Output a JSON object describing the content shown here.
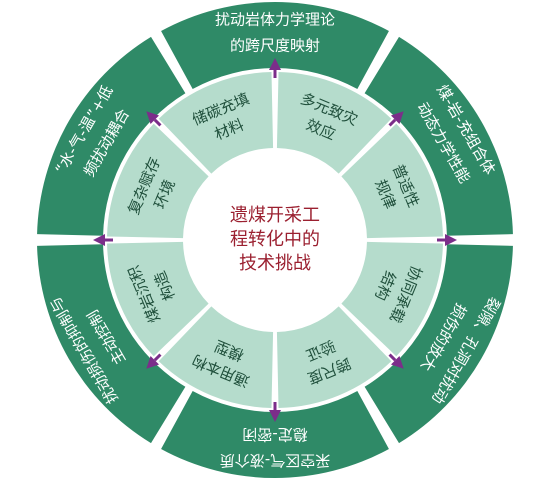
{
  "colors": {
    "outer_ring": "#2f8a67",
    "inner_ring": "#b5dccc",
    "center_fill": "#ffffff",
    "arrow": "#7b2e8a",
    "outer_text": "#ffffff",
    "inner_text": "#1f4f3b",
    "center_text": "#9b2030",
    "divider": "#ffffff"
  },
  "center": {
    "lines": [
      "遗煤开采工",
      "程转化中的",
      "技术挑战"
    ]
  },
  "inner_segments": [
    {
      "id": "inner-1",
      "lines": [
        "多元致灾",
        "效应"
      ]
    },
    {
      "id": "inner-2",
      "lines": [
        "普适性",
        "规律"
      ]
    },
    {
      "id": "inner-3",
      "lines": [
        "协同承载",
        "结构"
      ]
    },
    {
      "id": "inner-4",
      "lines": [
        "跨尺度",
        "验证"
      ]
    },
    {
      "id": "inner-5",
      "lines": [
        "通用本构",
        "模型"
      ]
    },
    {
      "id": "inner-6",
      "lines": [
        "煤岩沉积",
        "构造"
      ]
    },
    {
      "id": "inner-7",
      "lines": [
        "复杂赋存",
        "环境"
      ]
    },
    {
      "id": "inner-8",
      "lines": [
        "储碳充填",
        "材料"
      ]
    }
  ],
  "outer_segments": [
    {
      "id": "outer-1",
      "lines": [
        "扰动岩体力学理论",
        "的跨尺度映射"
      ]
    },
    {
      "id": "outer-2",
      "lines": [
        "煤-岩-充组合体",
        "动态力学性能"
      ]
    },
    {
      "id": "outer-3",
      "lines": [
        "裂隙、孔洞对扰动",
        "损伤的放大"
      ]
    },
    {
      "id": "outer-4",
      "lines": [
        "采空区气-液介质",
        "稳定-密闭"
      ]
    },
    {
      "id": "outer-5",
      "lines": [
        "扰动损伤的抑制与",
        "主动控制"
      ]
    },
    {
      "id": "outer-6",
      "lines": [
        "“水-气-温”+低",
        "频扰动耦合"
      ]
    }
  ]
}
